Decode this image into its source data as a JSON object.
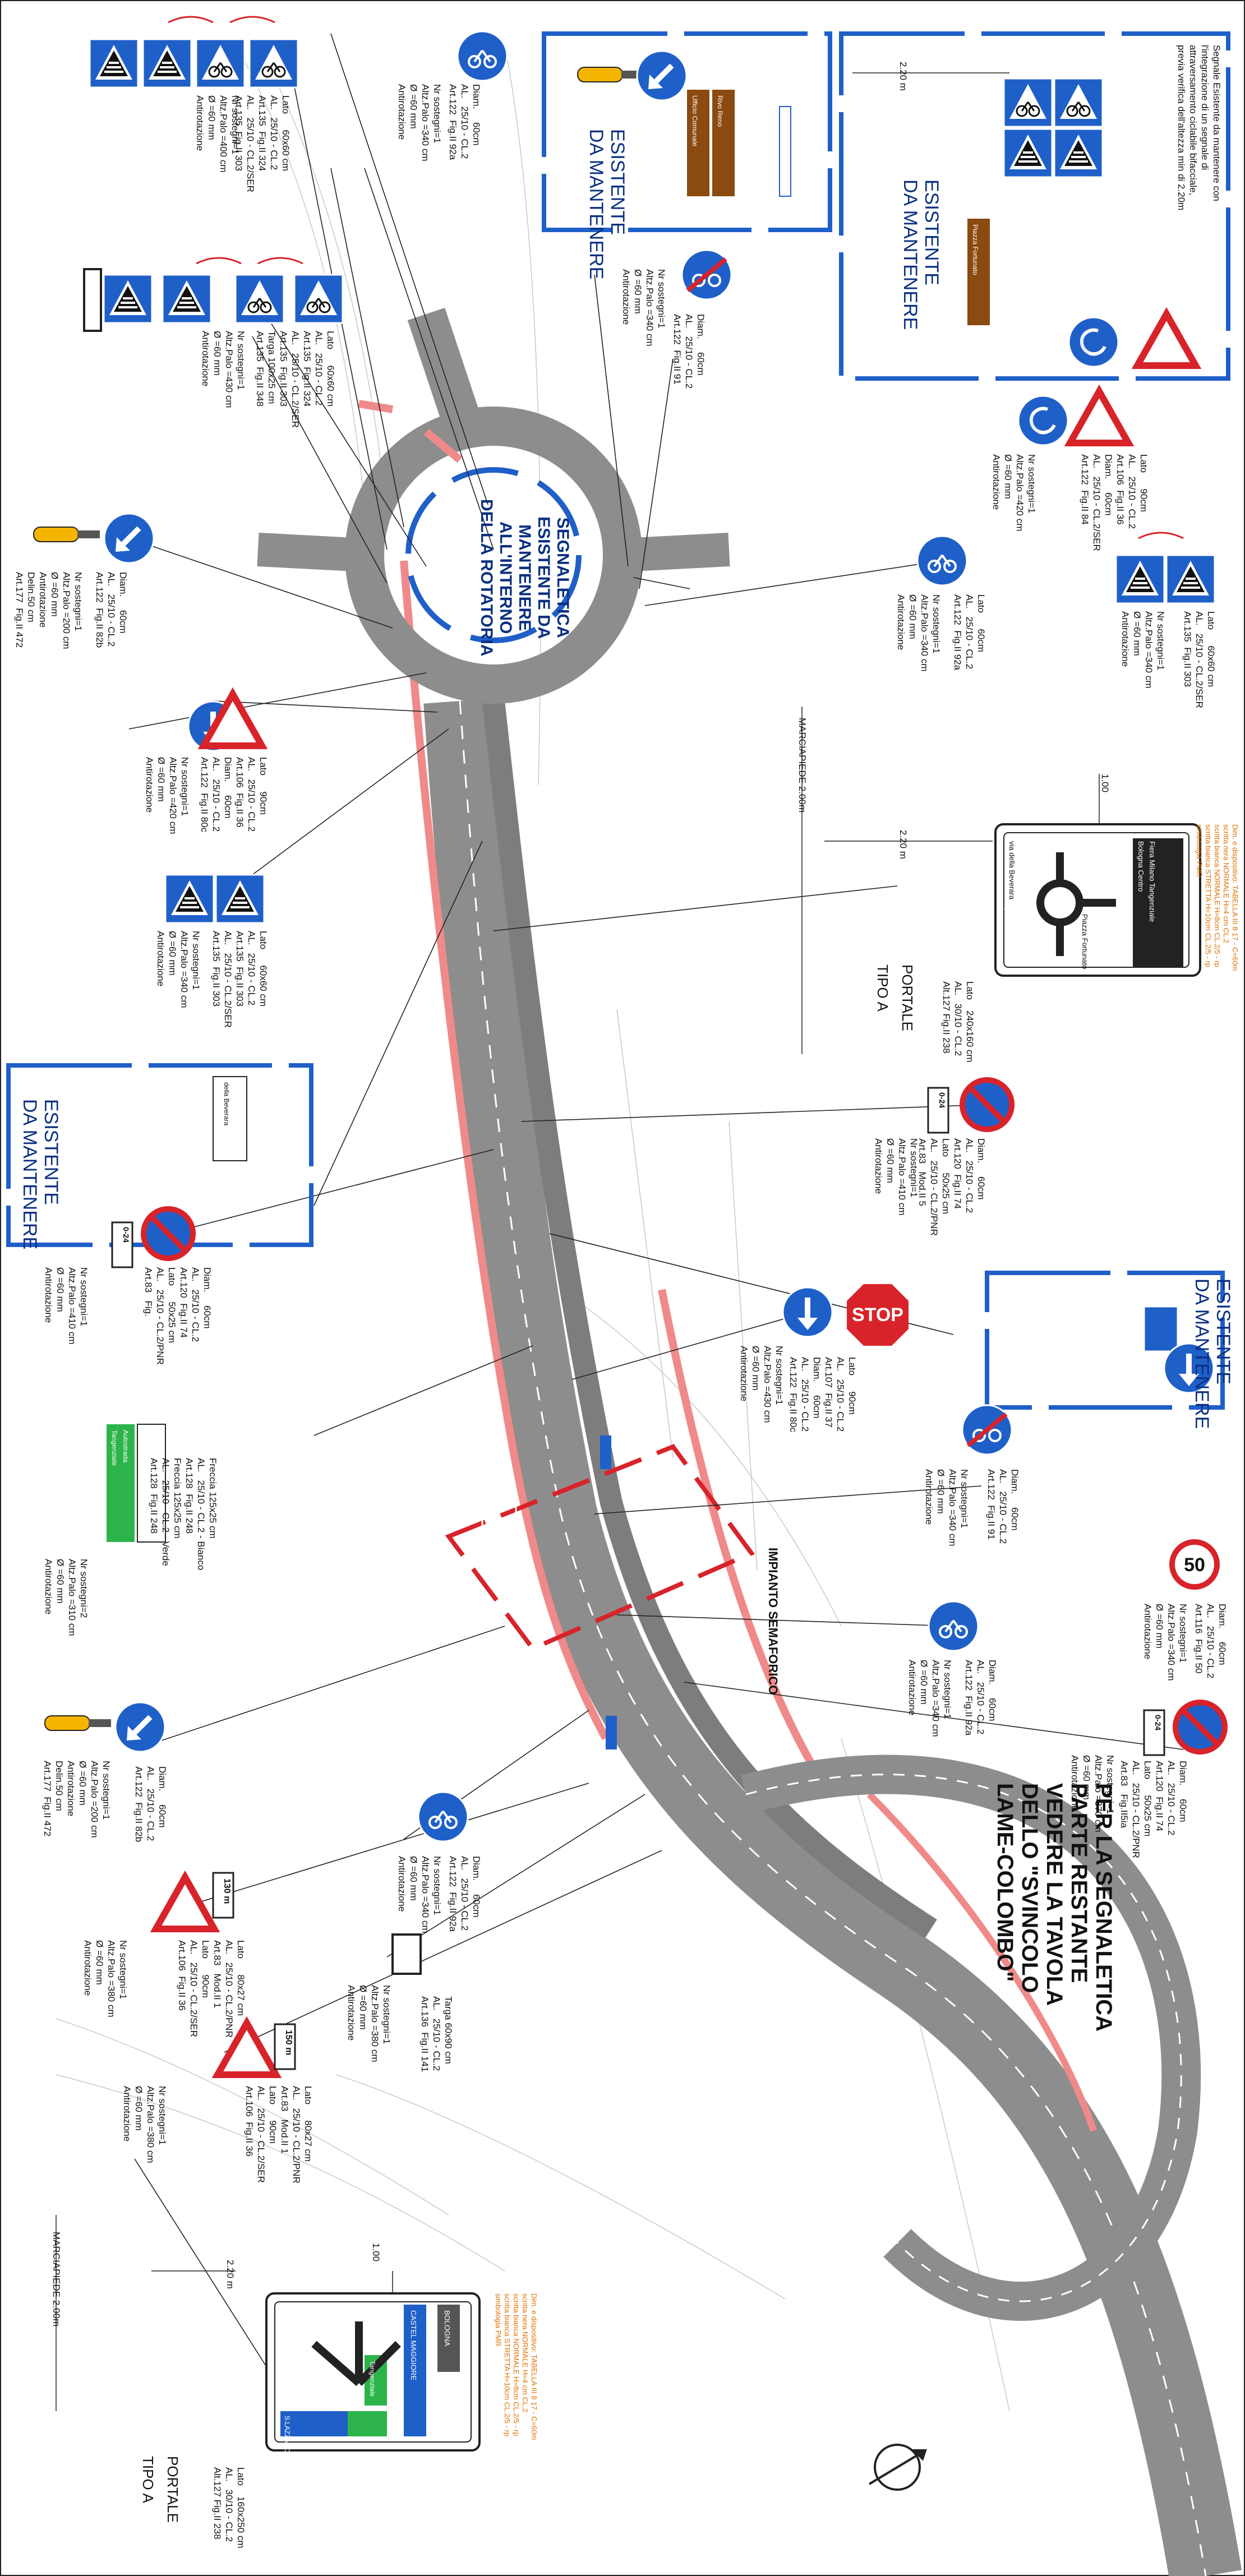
{
  "colors": {
    "road": "#8d8d8d",
    "cycle_lane": "#f08a8a",
    "sign_blue": "#1f5fc8",
    "sign_red": "#d8232a",
    "box_blue": "#1f5fc8",
    "traffic_box": "#d8232a",
    "note_orange": "#e07000"
  },
  "boxes": {
    "existing_1": "ESISTENTE\nDA MANTENERE",
    "existing_2": "ESISTENTE\nDA MANTENERE",
    "existing_3": "ESISTENTE\nDA MANTENERE",
    "existing_4": "ESISTENTE\nDA MANTENERE",
    "existing_note": "Segnale Esistente da mantenere con\nl'integrazione di un segnale di\nattraversamento ciclabile bifacciale,\nprevia verifica dell'altezza min di 2.20m",
    "roundabout_text": "SEGNALETICA\nESISTENTE DA\nMANTENERE\nALL'INTERNO\nDELLA ROTATORIA",
    "traffic_light": "IMPIANTO SEMAFORICO",
    "see_table": "PER LA SEGNALETICA\nPARTE RESTANTE\nVEDERE LA TAVOLA\nDELLO \"SVINCOLO\nLAME-COLOMBO\""
  },
  "portals": {
    "portal_a_title": "PORTALE\nTIPO A",
    "portal_a_spec": "Lato    240x160 cm\nAL.   30/10 - CL.2\nAlt.127 Fig.II 238",
    "portal_a_note": "Dim. e dispositivo: TABELLA III 8 17 - C=60m\nscritta nera NORMALE H=4 cm CL.2\nscritta bianca NORMALE H=8cm CL.2/5 - rp\nscritta bianca STRETTA H=10cm CL.2/5 - rp\nsimbologia PMR",
    "portal_b_title": "PORTALE\nTIPO A",
    "portal_b_spec": "Lato    160x250 cm\nAL.   30/10 - CL.2\nAlt.127 Fig.II 238",
    "portal_b_note": "Dim. e dispositivo: TABELLA III 8 17 - C=60m\nscritta nera NORMALE H=4 cm CL.2\nscritta bianca NORMALE H=8cm CL.2/5 - rp\nscritta bianca STRETTA H=10cm CL.2/5 - rp\nsimbologia PMR"
  },
  "dims": {
    "d1": "2.20 m",
    "d2": "2.20 m",
    "d3": "2.20 m",
    "d4": "1.00",
    "d5": "1.00",
    "marciapiede_1": "MARCIAPIEDE 2.00m",
    "marciapiede_2": "MARCIAPIEDE 2.00m"
  },
  "specs": [
    {
      "key": "s_cycle_top",
      "text": "Diam.     60cm\nAL.   25/10 - CL.2\nArt.122  Fig.II 92a"
    },
    {
      "key": "s_cycle_top_post",
      "text": "Nr sostegni=1\nAltz.Palo =340 cm\nØ =60 mm\nAntirotazione"
    },
    {
      "key": "s_cross_top",
      "text": "Lato      60x60 cm\nAL.   25/10 - CL.2\nArt.135  Fig.II 324\nAL.   25/10 - CL.2/SER\nArt.135  Fig.II 303"
    },
    {
      "key": "s_cross_top_post",
      "text": "Nr sostegni=1\nAltz.Palo =400 cm\nØ =60 mm\nAntirotazione"
    },
    {
      "key": "s_end_cycle",
      "text": "Diam.     60cm\nAL.   25/10 - CL.2\nArt.122  Fig.II 91"
    },
    {
      "key": "s_end_cycle_post",
      "text": "Nr sostegni=1\nAltz.Palo =340 cm\nØ =60 mm\nAntirotazione"
    },
    {
      "key": "s_cross_2",
      "text": "Lato      60x60 cm\nAL.   25/10 - CL.2\nArt.135  Fig.II 324\nAL.   25/10 - CL.2/SER\nArt.135  Fig.II 303\nTarga 100x25 cm\nArt.135  Fig.II 348"
    },
    {
      "key": "s_cross_2_post",
      "text": "Nr sostegni=1\nAltz.Palo =430 cm\nØ =60 mm\nAntirotazione"
    },
    {
      "key": "s_yield_rb",
      "text": "Lato      90cm\nAL.   25/10 - CL.2\nArt.106  Fig.II 36\nDiam.     60cm\nAL.   25/10 - CL.2/SER\nArt.122  Fig.II 84"
    },
    {
      "key": "s_yield_rb_post",
      "text": "Nr sostegni=1\nAltz.Palo =420 cm\nØ =60 mm\nAntirotazione"
    },
    {
      "key": "s_cross_3",
      "text": "Lato      60x60 cm\nAL.   25/10 - CL.2/SER\nArt.135  Fig.II 303"
    },
    {
      "key": "s_cross_3_post",
      "text": "Nr sostegni=1\nAltz.Palo =340 cm\nØ =60 mm\nAntirotazione"
    },
    {
      "key": "s_cycle_2",
      "text": "Lato      60cm\nAL.   25/10 - CL.2\nArt.122  Fig.II 92a"
    },
    {
      "key": "s_cycle_2_post",
      "text": "Nr sostegni=1\nAltz.Palo =340 cm\nØ =60 mm\nAntirotazione"
    },
    {
      "key": "s_keep_left",
      "text": "Diam.     60cm\nAL.   25/10 - CL.2\nArt.122  Fig.II 82b"
    },
    {
      "key": "s_keep_left_post",
      "text": "Nr sostegni=1\nAltz.Palo =200 cm\nØ =60 mm\nAntirotazione\nDelin.50 cm\nArt.177  Fig.II 472"
    },
    {
      "key": "s_yield_2",
      "text": "Lato      90cm\nAL.   25/10 - CL.2\nArt.106  Fig.II 36\nDiam.     60cm\nAL.   25/10 - CL.2\nArt.122  Fig.II 80c"
    },
    {
      "key": "s_yield_2_post",
      "text": "Nr sostegni=1\nAltz.Palo =420 cm\nØ =60 mm\nAntirotazione"
    },
    {
      "key": "s_cross_4",
      "text": "Lato      60x60 cm\nAL.   25/10 - CL.2\nArt.135  Fig.II 303\nAL.   25/10 - CL.2/SER\nArt.135  Fig.II 303"
    },
    {
      "key": "s_cross_4_post",
      "text": "Nr sostegni=1\nAltz.Palo =340 cm\nØ =60 mm\nAntirotazione"
    },
    {
      "key": "s_noparking_1",
      "text": "Diam.     60cm\nAL.   25/10 - CL.2\nArt.120  Fig.II 74\nLato      50x25 cm\nAL.   25/10 - CL.2/PNR\nArt.83   Mod.II 5"
    },
    {
      "key": "s_noparking_1_post",
      "text": "Nr sostegni=1\nAltz.Palo =410 cm\nØ =60 mm\nAntirotazione"
    },
    {
      "key": "s_noparking_2",
      "text": "Diam.     60cm\nAL.   25/10 - CL.2\nArt.120  Fig.II 74\nLato      50x25 cm\nAL.   25/10 - CL.2/PNR\nArt.83   Fig."
    },
    {
      "key": "s_noparking_2_post",
      "text": "Nr sostegni=1\nAltz.Palo =410 cm\nØ =60 mm\nAntirotazione"
    },
    {
      "key": "s_stop",
      "text": "Lato      90cm\nAL.   25/10 - CL.2\nArt.107  Fig.II 37\nDiam.     60cm\nAL.   25/10 - CL.2\nArt.122  Fig.II 80c"
    },
    {
      "key": "s_stop_post",
      "text": "Nr sostegni=1\nAltz.Palo =430 cm\nØ =60 mm\nAntirotazione"
    },
    {
      "key": "s_arrow_green",
      "text": "Freccia 125x25 cm\nAL.   25/10 - CL.2 - Bianco\nArt.128  Fig.II 248\nFreccia 125x25 cm\nAL.   25/10 - CL.2 - Verde\nArt.128  Fig.II 248"
    },
    {
      "key": "s_arrow_green_post",
      "text": "Nr sostegni=2\nAltz.Palo =310 cm\nØ =60 mm\nAntirotazione"
    },
    {
      "key": "s_end_cycle_2",
      "text": "Diam.     60cm\nAL.   25/10 - CL.2\nArt.122  Fig.II 91"
    },
    {
      "key": "s_end_cycle_2_post",
      "text": "Nr sostegni=1\nAltz.Palo =340 cm\nØ =60 mm\nAntirotazione"
    },
    {
      "key": "s_cycle_3",
      "text": "Diam.     60cm\nAL.   25/10 - CL.2\nArt.122  Fig.II 92a"
    },
    {
      "key": "s_cycle_3_post",
      "text": "Nr sostegni=1\nAltz.Palo =340 cm\nØ =60 mm\nAntirotazione"
    },
    {
      "key": "s_speed50",
      "text": "Diam.     60cm\nAL.   25/10 - CL.2\nArt.116  Fig.II 50"
    },
    {
      "key": "s_speed50_post",
      "text": "Nr sostegni=1\nAltz.Palo =340 cm\nØ =60 mm\nAntirotazione"
    },
    {
      "key": "s_noparking_3",
      "text": "Diam.     60cm\nAL.   25/10 - CL.2\nArt.120  Fig.II 74\nLato      50x25 cm\nAL.   25/10 - CL.2/PNR\nArt.83   Fig.II5ia"
    },
    {
      "key": "s_noparking_3_post",
      "text": "Nr sostegni=1\nAltz.Palo =370 cm\nØ =60 mm\nAntirotazione"
    },
    {
      "key": "s_keep_left_2",
      "text": "Diam.     60cm\nAL.   25/10 - CL.2\nArt.122  Fig.II 82b"
    },
    {
      "key": "s_keep_left_2_post",
      "text": "Nr sostegni=1\nAltz.Palo =200 cm\nØ =60 mm\nAntirotazione\nDelin.50 cm\nArt.177  Fig.II 472"
    },
    {
      "key": "s_cycle_4",
      "text": "Diam.     60cm\nAL.   25/10 - CL.2\nArt.122  Fig.II 92a"
    },
    {
      "key": "s_cycle_4_post",
      "text": "Nr sostegni=1\nAltz.Palo =340 cm\nØ =60 mm\nAntirotazione"
    },
    {
      "key": "s_yield_130",
      "text": "Lato      80x27 cm\nAL.   25/10 - CL.2/PNR\nArt.83   Mod.II 1\nLato      90cm\nAL.   25/10 - CL.2/SER\nArt.106  Fig.II 36"
    },
    {
      "key": "s_yield_130_post",
      "text": "Nr sostegni=1\nAltz.Palo =380 cm\nØ =60 mm\nAntirotazione"
    },
    {
      "key": "s_target",
      "text": "Targa 60x90 cm\nAL.   25/10 - CL.2\nArt.136  Fig.II 141"
    },
    {
      "key": "s_target_post",
      "text": "Nr sostegni=1\nAltz.Palo =380 cm\nØ =60 mm\nAntirotazione"
    },
    {
      "key": "s_yield_150",
      "text": "Lato      80x27 cm\nAL.   25/10 - CL.2/PNR\nArt.83   Mod.II 1\nLato      90cm\nAL.   25/10 - CL.2/SER\nArt.106  Fig.II 36"
    },
    {
      "key": "s_yield_150_post",
      "text": "Nr sostegni=1\nAltz.Palo =380 cm\nØ =60 mm\nAntirotazione"
    }
  ],
  "sign_text": {
    "stop": "STOP",
    "speed": "50",
    "dist_130": "130 m",
    "dist_150": "150 m",
    "time_0_24": "0-24",
    "portal_a_l1": "Bologna Centro",
    "portal_a_l2": "Fiera Milano Tangenziale",
    "portal_a_l3": "via della Beverara",
    "portal_a_l4": "Piazza Fortunato",
    "portal_b_l1": "CASTEL MAGGIORE",
    "portal_b_l2": "BOLOGNA",
    "portal_b_l3": "S.LAZZARO DI S.",
    "portal_b_l4": "Tangenziale",
    "existing_dir_1": "Ufficio Comunale",
    "existing_dir_2": "Rivo Reno",
    "existing_dir_3": "Piazza Fortunato",
    "existing_dir_4": "della Beverara",
    "green_1": "Tangenziale",
    "green_2": "Autostrada"
  }
}
